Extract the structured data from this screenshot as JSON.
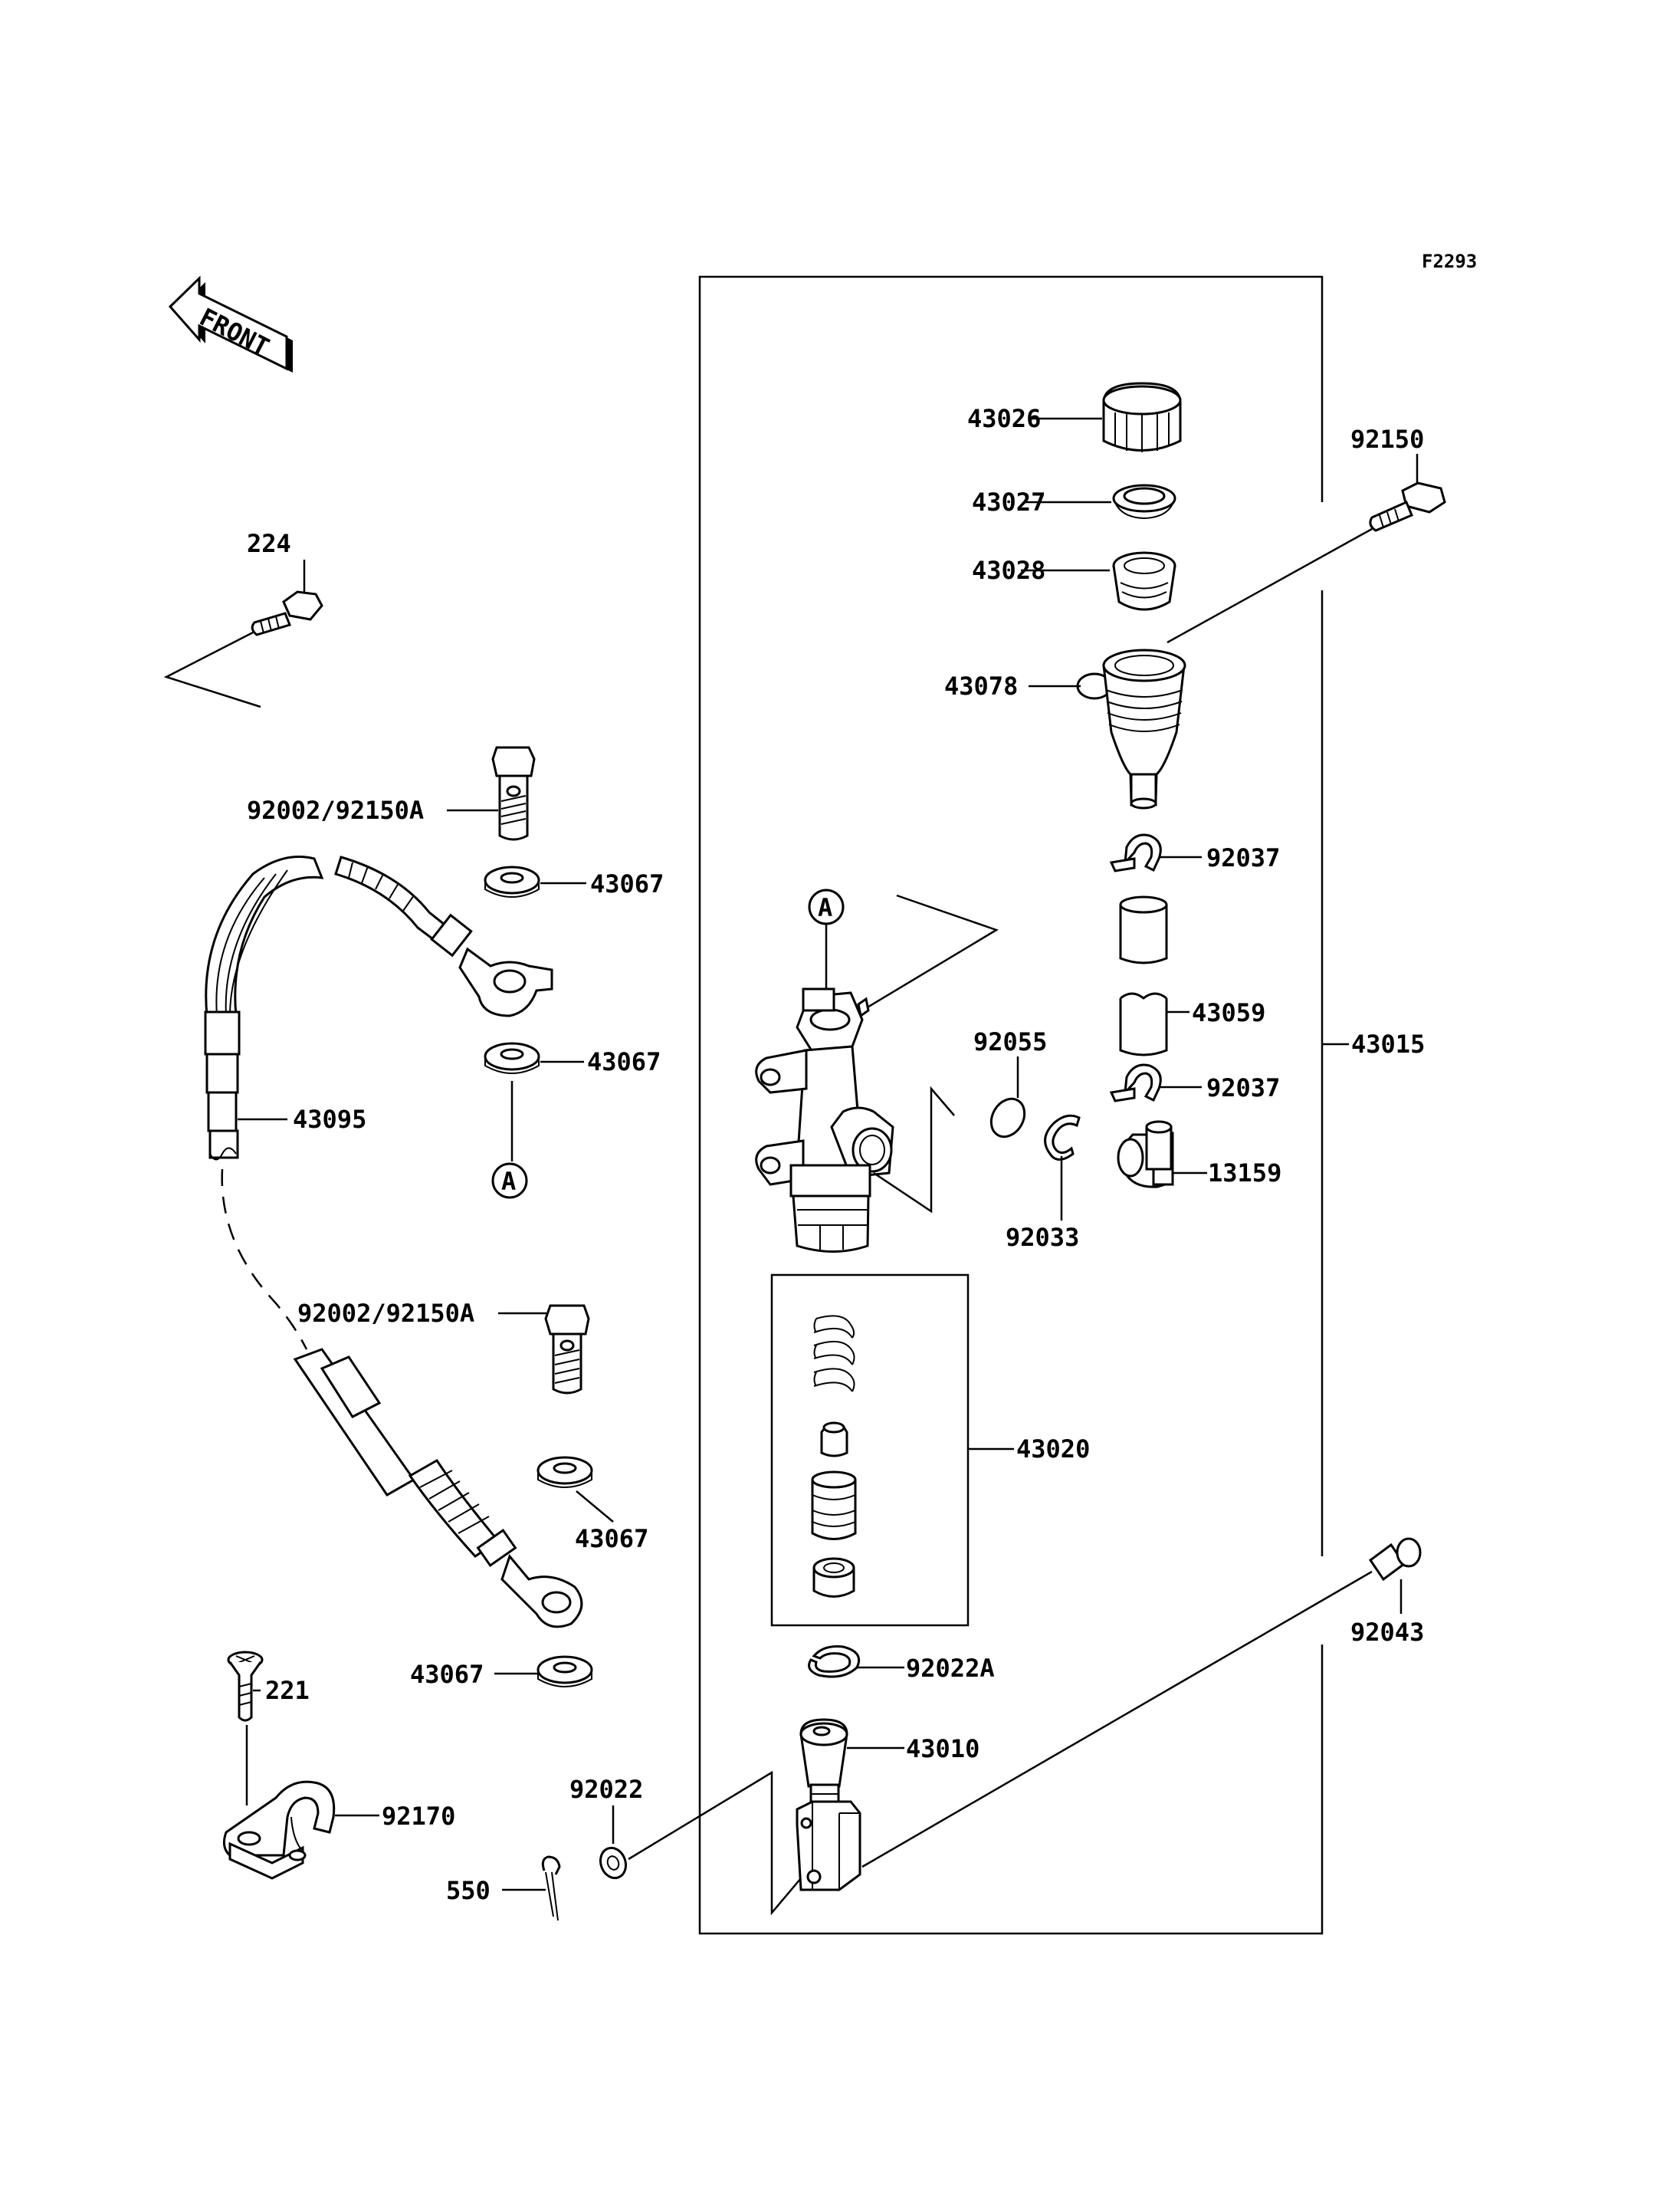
{
  "figure_code": "F2293",
  "front_arrow": {
    "label": "FRONT",
    "icon": "front-direction-arrow-icon"
  },
  "ref_marker": "A",
  "parts": {
    "p43026": "43026",
    "p43027": "43027",
    "p43028": "43028",
    "p43078": "43078",
    "p92150": "92150",
    "p224": "224",
    "p92002a": "92002/92150A",
    "p43067a": "43067",
    "p43067b": "43067",
    "p92037a": "92037",
    "p43059": "43059",
    "p92037b": "92037",
    "p43015": "43015",
    "p92055": "92055",
    "p13159": "13159",
    "p92033": "92033",
    "p43095": "43095",
    "p92002b": "92002/92150A",
    "p43020": "43020",
    "p43067c": "43067",
    "p43067d": "43067",
    "p92043": "92043",
    "p221": "221",
    "p92022A": "92022A",
    "p43010": "43010",
    "p92170": "92170",
    "p92022": "92022",
    "p550": "550"
  }
}
